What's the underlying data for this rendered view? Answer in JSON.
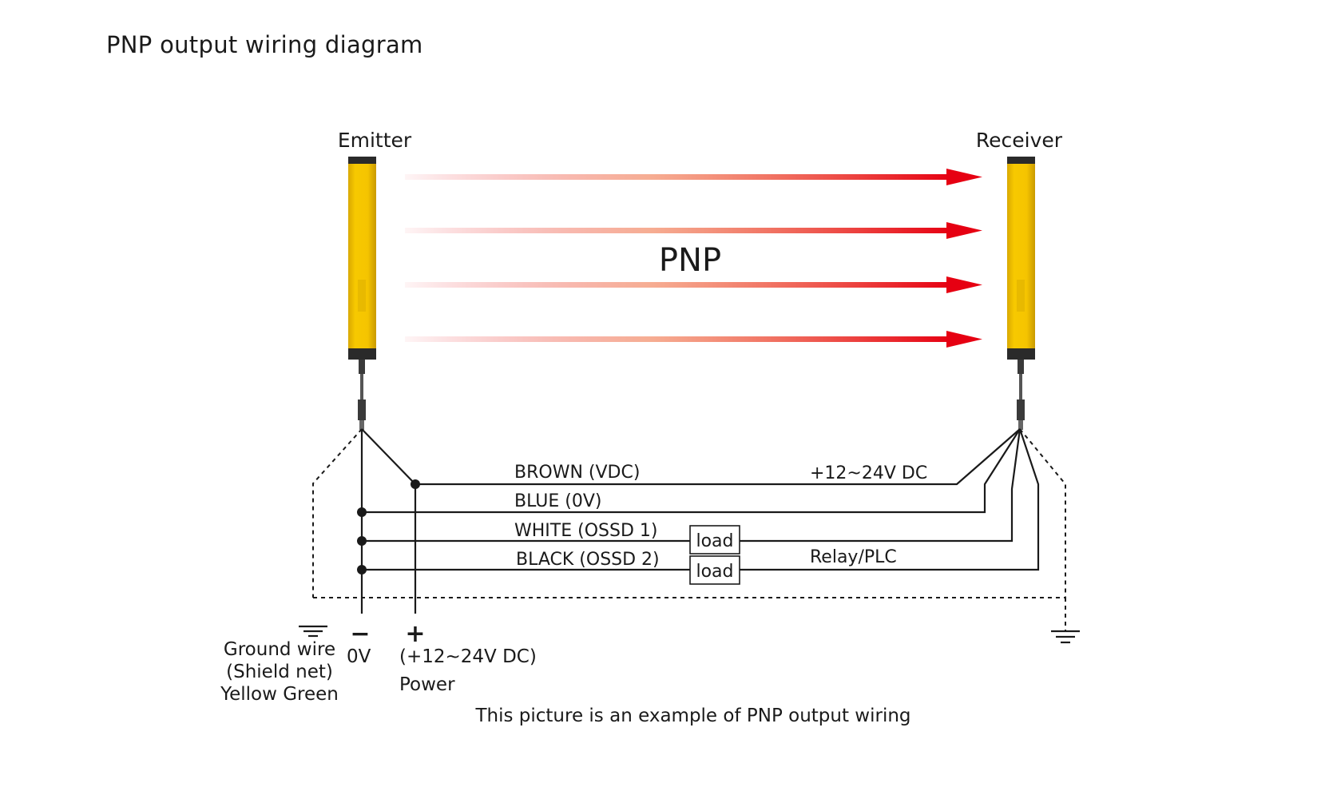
{
  "title": "PNP output wiring diagram",
  "emitter_label": "Emitter",
  "receiver_label": "Receiver",
  "beam_label": "PNP",
  "wires": {
    "brown": "BROWN (VDC)",
    "blue": "BLUE (0V)",
    "white": "WHITE (OSSD 1)",
    "black": "BLACK (OSSD 2)"
  },
  "supply_note": "+12~24V DC",
  "relay_note": "Relay/PLC",
  "load_label": "load",
  "terminals": {
    "minus_sign": "−",
    "zero_v": "0V",
    "plus_sign": "+",
    "voltage": "(+12~24V DC)",
    "power": "Power"
  },
  "ground_lines": [
    "Ground wire",
    "(Shield net)",
    "Yellow Green"
  ],
  "caption": "This picture is an example of PNP output wiring",
  "colors": {
    "housing": "#f5c400",
    "housing_dark": "#c99e00",
    "beam_end": "#e60012",
    "cap": "#2a2a2a"
  }
}
